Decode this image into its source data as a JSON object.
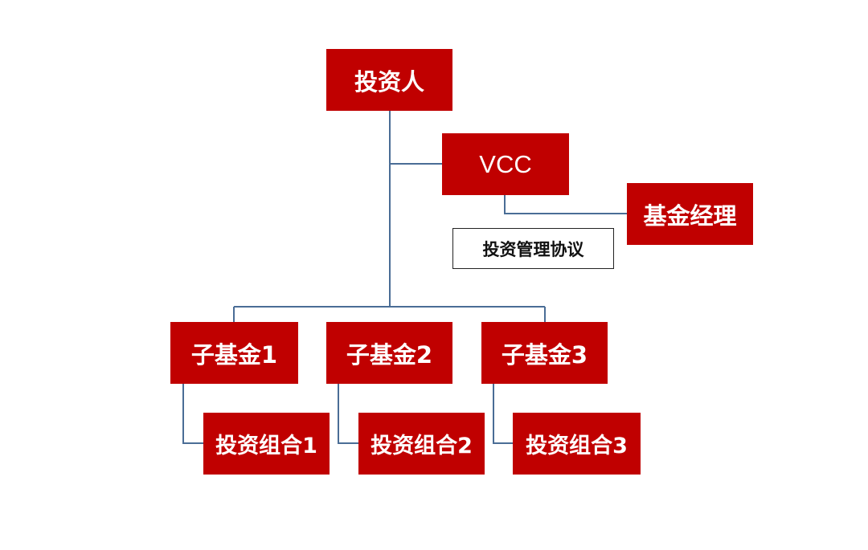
{
  "diagram": {
    "nodes": {
      "investor": "投资人",
      "vcc": "VCC",
      "fund_manager": "基金经理",
      "agreement": "投资管理协议",
      "subfunds": [
        "子基金1",
        "子基金2",
        "子基金3"
      ],
      "portfolios": [
        "投资组合1",
        "投资组合2",
        "投资组合3"
      ]
    },
    "edges": [
      {
        "from": "投资人",
        "to": "VCC"
      },
      {
        "from": "VCC",
        "to": "基金经理"
      },
      {
        "from": "投资人",
        "to": "子基金1"
      },
      {
        "from": "投资人",
        "to": "子基金2"
      },
      {
        "from": "投资人",
        "to": "子基金3"
      },
      {
        "from": "子基金1",
        "to": "投资组合1"
      },
      {
        "from": "子基金2",
        "to": "投资组合2"
      },
      {
        "from": "子基金3",
        "to": "投资组合3"
      }
    ],
    "colors": {
      "node_fill": "#c00000",
      "node_text": "#ffffff",
      "connector": "#4a6d96",
      "label_border": "#222222"
    }
  }
}
